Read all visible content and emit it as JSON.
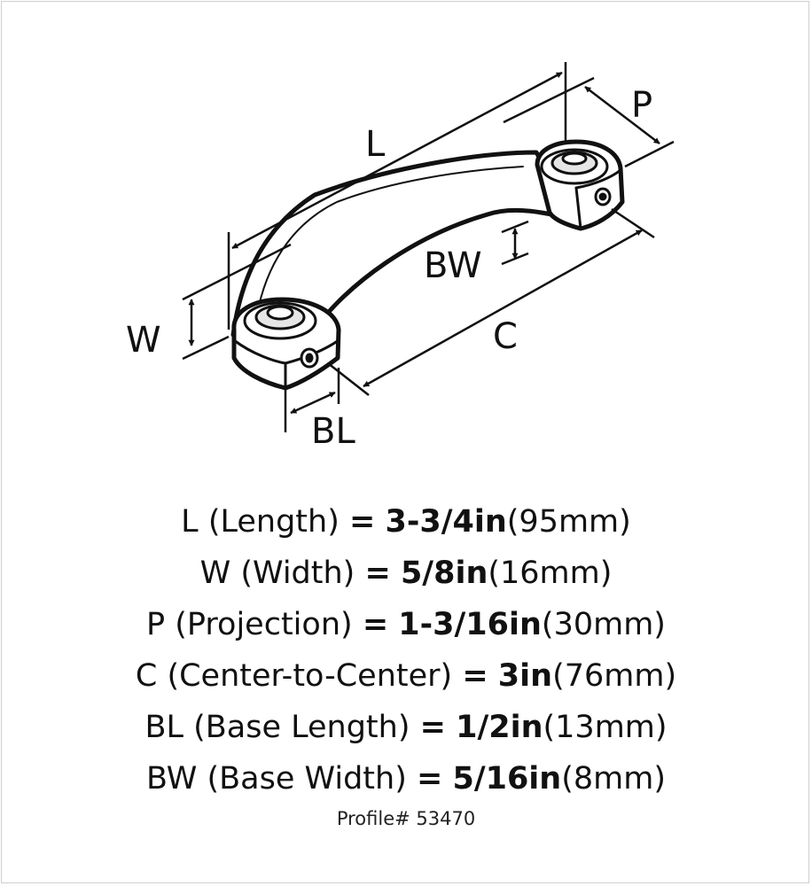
{
  "diagram": {
    "labels": {
      "L": "L",
      "P": "P",
      "BW": "BW",
      "W": "W",
      "C": "C",
      "BL": "BL"
    }
  },
  "specs": [
    {
      "code": "L",
      "desc": "(Length)",
      "eq": "=",
      "imperial": "3-3/4in",
      "metric": "(95mm)"
    },
    {
      "code": "W",
      "desc": "(Width)",
      "eq": "=",
      "imperial": "5/8in",
      "metric": "(16mm)"
    },
    {
      "code": "P",
      "desc": "(Projection)",
      "eq": "=",
      "imperial": "1-3/16in",
      "metric": "(30mm)"
    },
    {
      "code": "C",
      "desc": "(Center-to-Center)",
      "eq": "=",
      "imperial": "3in",
      "metric": "(76mm)"
    },
    {
      "code": "BL",
      "desc": "(Base Length)",
      "eq": "=",
      "imperial": "1/2in",
      "metric": "(13mm)"
    },
    {
      "code": "BW",
      "desc": "(Base Width)",
      "eq": "=",
      "imperial": "5/16in",
      "metric": "(8mm)"
    }
  ],
  "profile": "Profile# 53470"
}
